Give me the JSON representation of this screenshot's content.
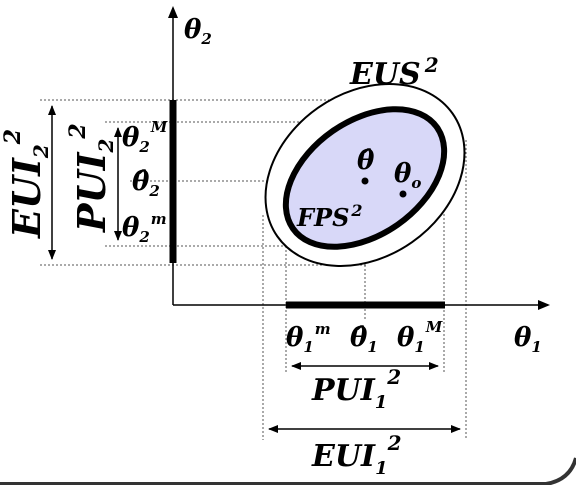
{
  "axes": {
    "x_symbol": "θ",
    "x_sub": "1",
    "y_symbol": "θ",
    "y_sub": "2"
  },
  "regions": {
    "eus": {
      "label": "EUS",
      "sup": "2"
    },
    "fps": {
      "label": "FPS",
      "sup": "2",
      "fill": "#d8d8f8"
    }
  },
  "points": {
    "theta_hat": {
      "symbol": "θ̂"
    },
    "theta_o": {
      "symbol": "θ",
      "sub": "o"
    }
  },
  "intervals": {
    "pui1": {
      "label": "PUI",
      "sub": "1",
      "sup": "2"
    },
    "eui1": {
      "label": "EUI",
      "sub": "1",
      "sup": "2"
    },
    "pui2": {
      "label": "PUI",
      "sub": "2",
      "sup": "2"
    },
    "eui2": {
      "label": "EUI",
      "sub": "2",
      "sup": "2"
    }
  },
  "ticks": {
    "x_min": {
      "symbol": "θ",
      "sub": "1",
      "sup": "m"
    },
    "x_hat": {
      "symbol": "θ̂",
      "sub": "1"
    },
    "x_max": {
      "symbol": "θ",
      "sub": "1",
      "sup": "M"
    },
    "y_max": {
      "symbol": "θ",
      "sub": "2",
      "sup": "M"
    },
    "y_hat": {
      "symbol": "θ̂",
      "sub": "2"
    },
    "y_min": {
      "symbol": "θ",
      "sub": "2",
      "sup": "m"
    }
  }
}
